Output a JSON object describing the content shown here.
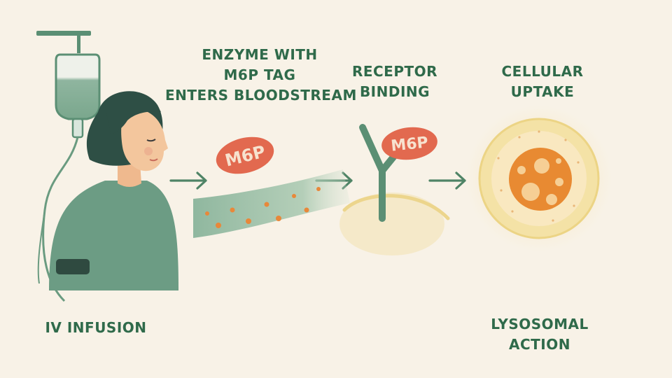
{
  "colors": {
    "background": "#f8f2e7",
    "text": "#2f6a4a",
    "arrow": "#4f8466",
    "tag": "#e2694f",
    "tag_text": "#f7e2cf",
    "patient": "#6c9c84",
    "particles": "#e8883a",
    "cell_ring": "#f0dfa3",
    "lysosome": "#e88a32"
  },
  "steps": [
    {
      "id": "iv-infusion",
      "lines": [
        "IV INFUSION"
      ],
      "icon": "iv-drip-patient-icon"
    },
    {
      "id": "bloodstream",
      "lines": [
        "ENZYME WITH",
        "M6P TAG",
        "ENTERS BLOODSTREAM"
      ],
      "icon": "blood-vessel-icon"
    },
    {
      "id": "receptor-binding",
      "lines": [
        "RECEPTOR",
        "BINDING"
      ],
      "icon": "receptor-icon"
    },
    {
      "id": "cellular-uptake",
      "lines": [
        "CELLULAR",
        "UPTAKE"
      ],
      "icon": "cell-icon"
    },
    {
      "id": "lysosomal-action",
      "lines": [
        "LYSOSOMAL",
        "ACTION"
      ],
      "icon": "lysosome-icon"
    }
  ],
  "tags": {
    "bloodstream_tag": "M6P",
    "receptor_tag": "M6P"
  }
}
